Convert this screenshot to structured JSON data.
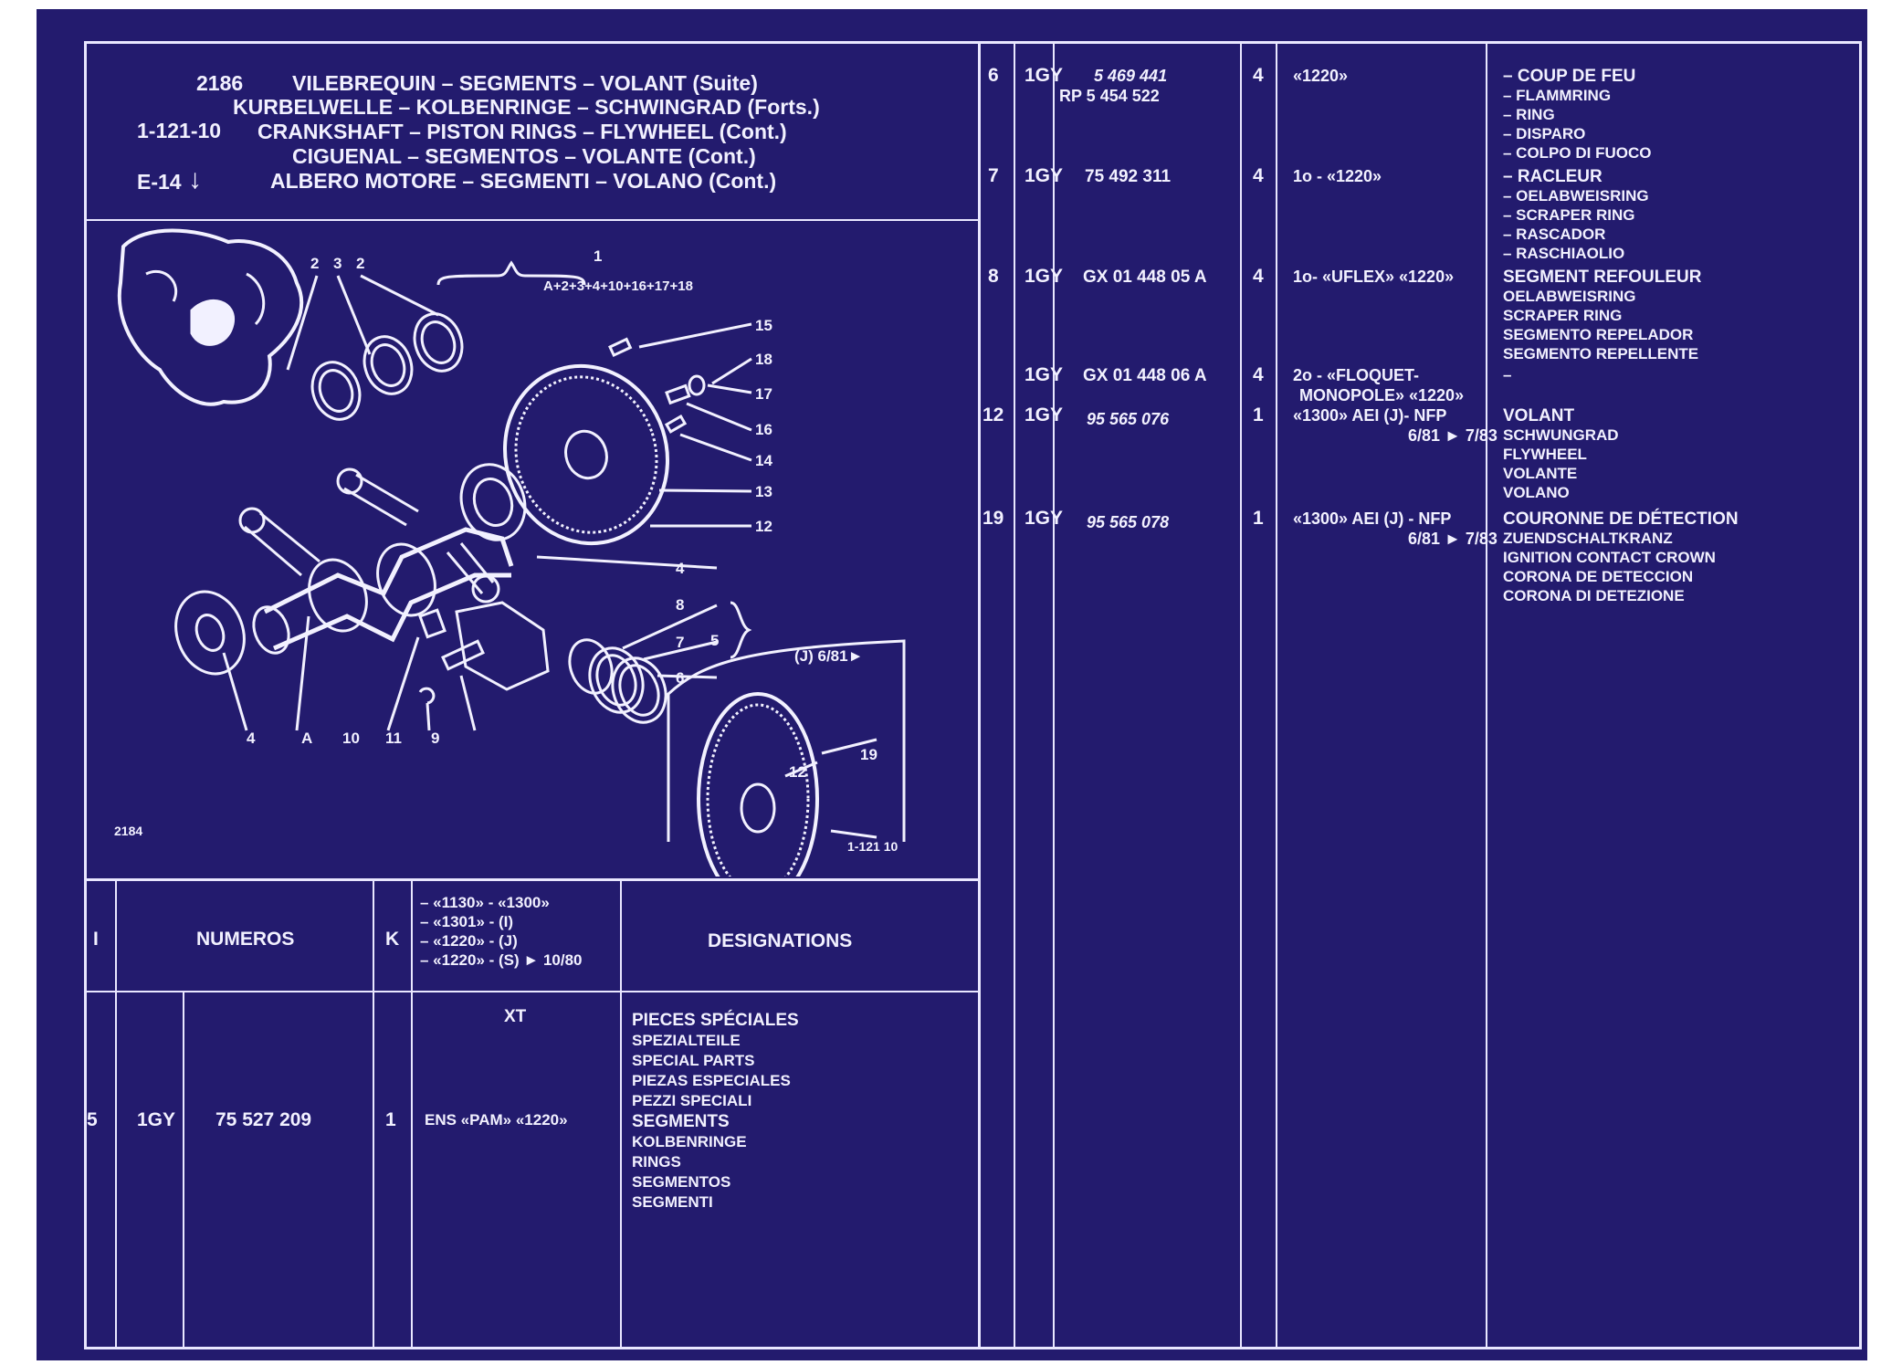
{
  "header": {
    "section_no": "2186",
    "section_ref": "1-121-10",
    "ref_e": "E-14",
    "arrow": "↓",
    "titles": [
      "VILEBREQUIN – SEGMENTS – VOLANT (Suite)",
      "KURBELWELLE – KOLBENRINGE – SCHWINGRAD (Forts.)",
      "CRANKSHAFT – PISTON RINGS – FLYWHEEL (Cont.)",
      "CIGUENAL – SEGMENTOS – VOLANTE (Cont.)",
      "ALBERO MOTORE – SEGMENTI – VOLANO (Cont.)"
    ]
  },
  "diagram": {
    "group_number": "1",
    "group_formula": "A+2+3+4+10+16+17+18",
    "inset_label": "(J) 6/81►",
    "figure_no": "2184",
    "inset_ref": "1-121 10",
    "callouts": {
      "c2a": "2",
      "c3": "3",
      "c2b": "2",
      "c15": "15",
      "c18": "18",
      "c17": "17",
      "c16": "16",
      "c14": "14",
      "c13": "13",
      "c12": "12",
      "c4r": "4",
      "c8": "8",
      "c7": "7",
      "c6": "6",
      "c5": "5",
      "b4": "4",
      "bA": "A",
      "b10": "10",
      "b11": "11",
      "b9": "9",
      "i19": "19",
      "i12": "12"
    }
  },
  "table_header": {
    "col_index": "I",
    "col_numbers": "NUMEROS",
    "col_k": "K",
    "variants": [
      "– «1130» - «1300»",
      "– «1301» - (I)",
      "– «1220» - (J)",
      "– «1220» - (S) ► 10/80"
    ],
    "col_designations": "DESIGNATIONS"
  },
  "left_row": {
    "index": "5",
    "code": "1GY",
    "number": "75 527 209",
    "qty": "1",
    "variant_header": "XT",
    "variant": "ENS «PAM» «1220»",
    "designations": [
      "PIECES SPÉCIALES",
      "SPEZIALTEILE",
      "SPECIAL PARTS",
      "PIEZAS ESPECIALES",
      "PEZZI SPECIALI",
      "SEGMENTS",
      "KOLBENRINGE",
      "RINGS",
      "SEGMENTOS",
      "SEGMENTI"
    ]
  },
  "right_rows": [
    {
      "index": "6",
      "code": "1GY",
      "number": "5 469 441",
      "number2": "RP 5 454 522",
      "qty": "4",
      "variant": "«1220»",
      "variant2": "",
      "designations": [
        "– COUP DE FEU",
        "– FLAMMRING",
        "– RING",
        "– DISPARO",
        "– COLPO DI FUOCO"
      ]
    },
    {
      "index": "7",
      "code": "1GY",
      "number": "75 492 311",
      "number2": "",
      "qty": "4",
      "variant": "1o - «1220»",
      "variant2": "",
      "designations": [
        "– RACLEUR",
        "– OELABWEISRING",
        "– SCRAPER RING",
        "– RASCADOR",
        "– RASCHIAOLIO"
      ]
    },
    {
      "index": "8",
      "code": "1GY",
      "number": "GX 01 448 05 A",
      "number2": "",
      "qty": "4",
      "variant": "1o- «UFLEX» «1220»",
      "variant2": "",
      "designations": [
        "SEGMENT REFOULEUR",
        "OELABWEISRING",
        "SCRAPER RING",
        "SEGMENTO REPELADOR",
        "SEGMENTO REPELLENTE"
      ]
    },
    {
      "index": "",
      "code": "1GY",
      "number": "GX 01 448 06 A",
      "number2": "",
      "qty": "4",
      "variant": "2o - «FLOQUET-",
      "variant2": "MONOPOLE» «1220»",
      "designations": [
        "–"
      ]
    },
    {
      "index": "12",
      "code": "1GY",
      "number": "95 565 076",
      "number2": "",
      "qty": "1",
      "variant": "«1300» AEI (J)- NFP",
      "variant2": "6/81 ► 7/83",
      "designations": [
        "VOLANT",
        "SCHWUNGRAD",
        "FLYWHEEL",
        "VOLANTE",
        "VOLANO"
      ]
    },
    {
      "index": "19",
      "code": "1GY",
      "number": "95 565 078",
      "number2": "",
      "qty": "1",
      "variant": "«1300» AEI (J) - NFP",
      "variant2": "6/81 ► 7/83",
      "designations": [
        "COURONNE DE DÉTECTION",
        "ZUENDSCHALTKRANZ",
        "IGNITION CONTACT CROWN",
        "CORONA DE DETECCION",
        "CORONA DI DETEZIONE"
      ]
    }
  ]
}
